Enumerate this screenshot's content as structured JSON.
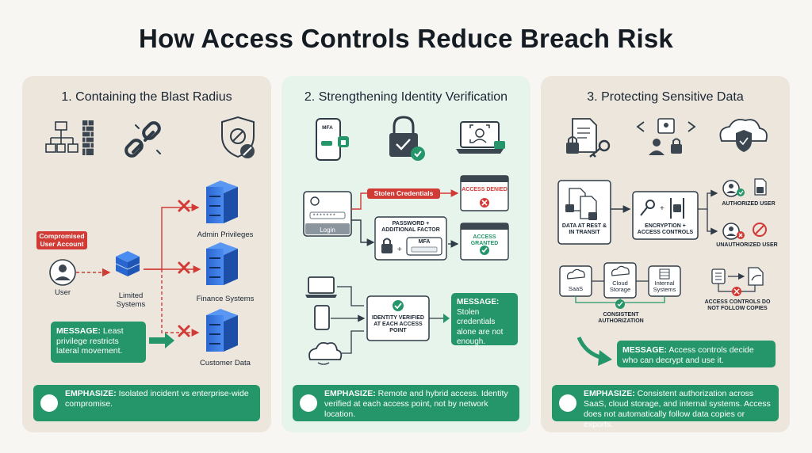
{
  "title": "How Access Controls Reduce Breach Risk",
  "panels": [
    {
      "title": "1. Containing the Blast Radius",
      "compromised_label": "Compromised User Account",
      "user_label": "User",
      "limited_label": "Limited Systems",
      "targets": [
        "Admin Privileges",
        "Finance Systems",
        "Customer Data"
      ],
      "message_prefix": "MESSAGE:",
      "message_text": " Least privilege restricts lateral movement.",
      "emphasize_prefix": "EMPHASIZE:",
      "emphasize_text": " Isolated incident vs enterprise-wide compromise."
    },
    {
      "title": "2. Strengthening Identity Verification",
      "mfa_icon_label": "MFA",
      "login_label": "Login",
      "stolen_label": "Stolen Credentials",
      "access_denied": "ACCESS DENIED",
      "password_factor": "PASSWORD + ADDITIONAL FACTOR",
      "mfa_label": "MFA",
      "access_granted": "ACCESS GRANTED",
      "identity_verified": "IDENTITY VERIFIED AT EACH ACCESS POINT",
      "message_prefix": "MESSAGE:",
      "message_text": "Stolen credentials alone are not enough.",
      "emphasize_prefix": "EMPHASIZE:",
      "emphasize_text": " Remote and hybrid access. Identity verified at each access point, not by network location."
    },
    {
      "title": "3. Protecting Sensitive Data",
      "data_rest": "DATA AT REST & IN TRANSIT",
      "encryption": "ENCRYPTION + ACCESS CONTROLS",
      "authorized": "AUTHORIZED USER",
      "unauthorized": "UNAUTHORIZED USER",
      "saas": "SaaS",
      "cloud_storage": "Cloud Storage",
      "internal_systems": "Internal Systems",
      "consistent_auth": "CONSISTENT AUTHORIZATION",
      "no_follow": "ACCESS CONTROLS DO NOT FOLLOW COPIES",
      "message_prefix": "MESSAGE:",
      "message_text": " Access controls decide who can decrypt and use it.",
      "emphasize_prefix": "EMPHASIZE:",
      "emphasize_text": " Consistent authorization across SaaS, cloud storage, and internal systems. Access does not automatically follow data copies or exports."
    }
  ],
  "colors": {
    "green": "#24966a",
    "red": "#d23a35",
    "blue": "#2f6fd6"
  }
}
